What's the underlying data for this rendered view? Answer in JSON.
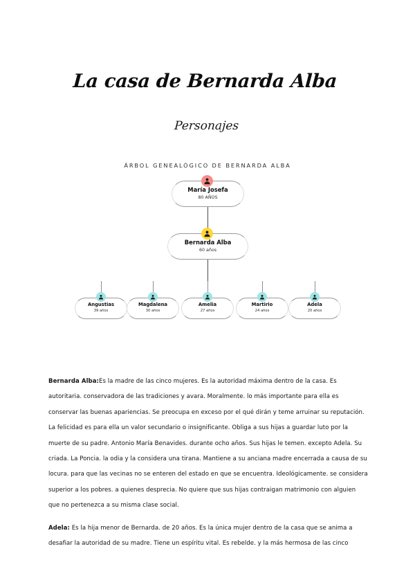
{
  "document": {
    "title": "La casa de Bernarda Alba",
    "subtitle": "Personajes"
  },
  "diagram": {
    "heading": "ÁRBOL GENEALÓGICO DE BERNARDA ALBA",
    "root": {
      "name": "María Josefa",
      "age": "80 AÑOS",
      "avatar_color": "#F98A8A",
      "avatar_icon": "person-icon"
    },
    "mother": {
      "name": "Bernarda Alba",
      "age": "60 años",
      "avatar_color": "#FFD635",
      "avatar_icon": "person-icon"
    },
    "children_avatar_color": "#9EE4E4",
    "children": [
      {
        "name": "Angustias",
        "age": "39 años",
        "avatar_icon": "person-icon"
      },
      {
        "name": "Magdalena",
        "age": "30 años",
        "avatar_icon": "person-icon"
      },
      {
        "name": "Amelia",
        "age": "27 años",
        "avatar_icon": "person-icon"
      },
      {
        "name": "Martirio",
        "age": "24 años",
        "avatar_icon": "person-icon"
      },
      {
        "name": "Adela",
        "age": "20 años",
        "avatar_icon": "person-icon"
      }
    ]
  },
  "content": {
    "paragraphs": [
      {
        "lead": "Bernarda Alba:",
        "text": "Es la madre de las cinco mujeres. Es la autoridad máxima dentro de la casa. Es autoritaria. conservadora de las tradiciones y avara. Moralmente. lo más importante para ella es conservar las buenas apariencias. Se preocupa en exceso por el qué dirán y teme arruinar su reputación. La felicidad es para ella un valor secundario o insignificante. Obliga a sus hijas a guardar luto por la muerte de su padre. Antonio María Benavides. durante ocho años. Sus hijas le temen. excepto Adela. Su criada. La Poncia. la odia y la considera una tirana. Mantiene a su anciana madre encerrada a causa de su locura. para que las vecinas no se enteren del estado en que se encuentra. Ideológicamente. se considera superior a los pobres. a quienes desprecia. No quiere que sus hijas contraigan matrimonio con alguien que no pertenezca a su misma clase social."
      },
      {
        "lead": "Adela:",
        "text": " Es la hija menor de Bernarda. de 20 años. Es la única mujer dentro de la casa que se anima a desafiar la autoridad de su madre. Tiene un espíritu vital. Es rebelde. y la más hermosa de las cinco"
      }
    ]
  }
}
